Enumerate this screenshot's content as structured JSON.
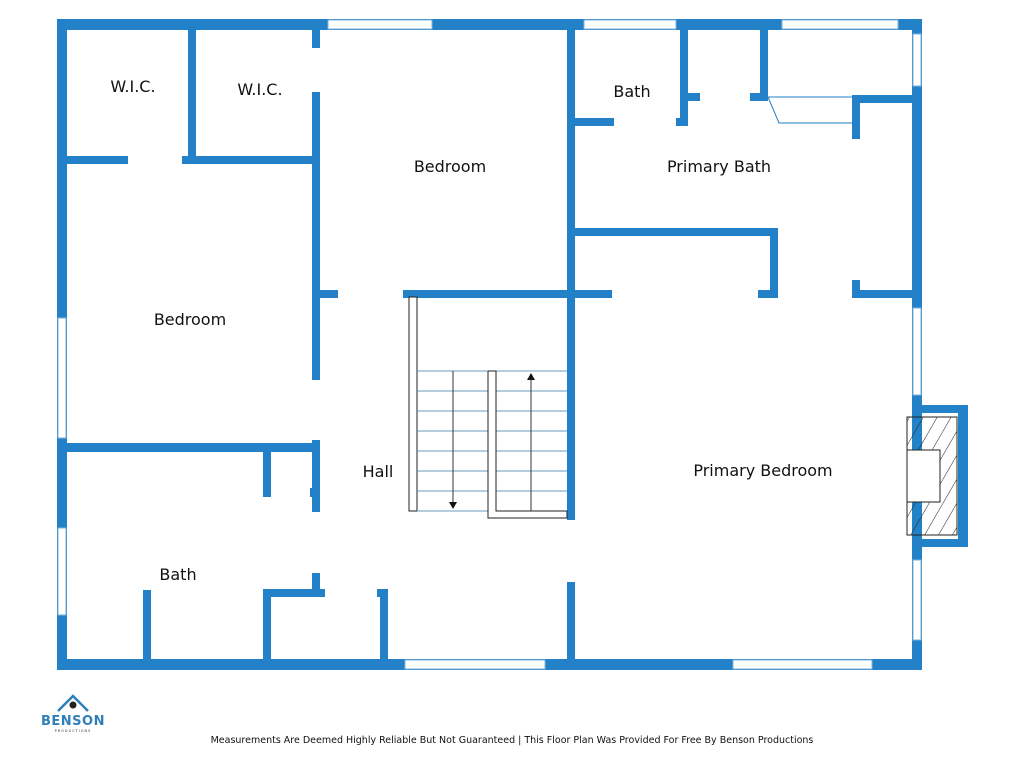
{
  "rooms": [
    {
      "id": "wic-1",
      "label": "W.I.C."
    },
    {
      "id": "wic-2",
      "label": "W.I.C."
    },
    {
      "id": "bedroom-top",
      "label": "Bedroom"
    },
    {
      "id": "bath-top",
      "label": "Bath"
    },
    {
      "id": "primary-bath",
      "label": "Primary Bath"
    },
    {
      "id": "bedroom-left",
      "label": "Bedroom"
    },
    {
      "id": "hall",
      "label": "Hall"
    },
    {
      "id": "primary-bedroom",
      "label": "Primary Bedroom"
    },
    {
      "id": "bath-bottom",
      "label": "Bath"
    }
  ],
  "logo": {
    "name": "BENSON",
    "sub": "PRODUCTIONS"
  },
  "footer": "Measurements Are Deemed Highly Reliable But Not Guaranteed | This Floor Plan Was Provided For Free By Benson Productions",
  "colors": {
    "wall": "#2382c7",
    "window": "#7fb3d8"
  }
}
